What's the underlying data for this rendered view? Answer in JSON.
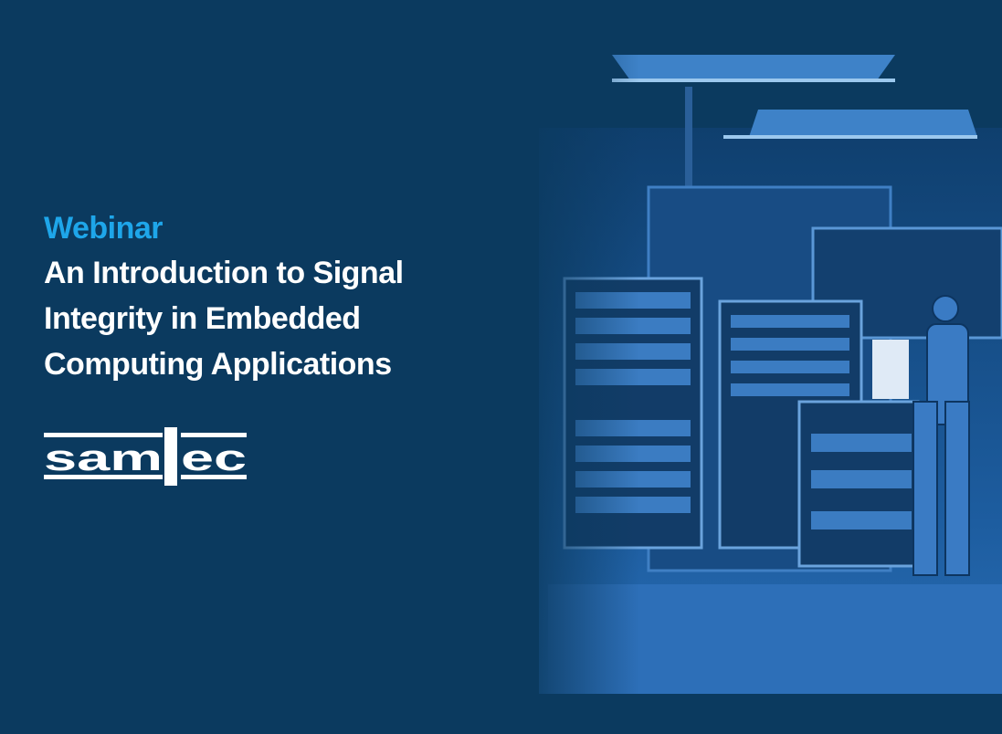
{
  "kicker": "Webinar",
  "title_lines": [
    "An Introduction to Signal",
    "Integrity in Embedded",
    "Computing Applications"
  ],
  "logo": {
    "text": "samtec"
  },
  "colors": {
    "background": "#0b3a5f",
    "accent": "#1ea6ea",
    "illustration": "#2f6fb4"
  }
}
